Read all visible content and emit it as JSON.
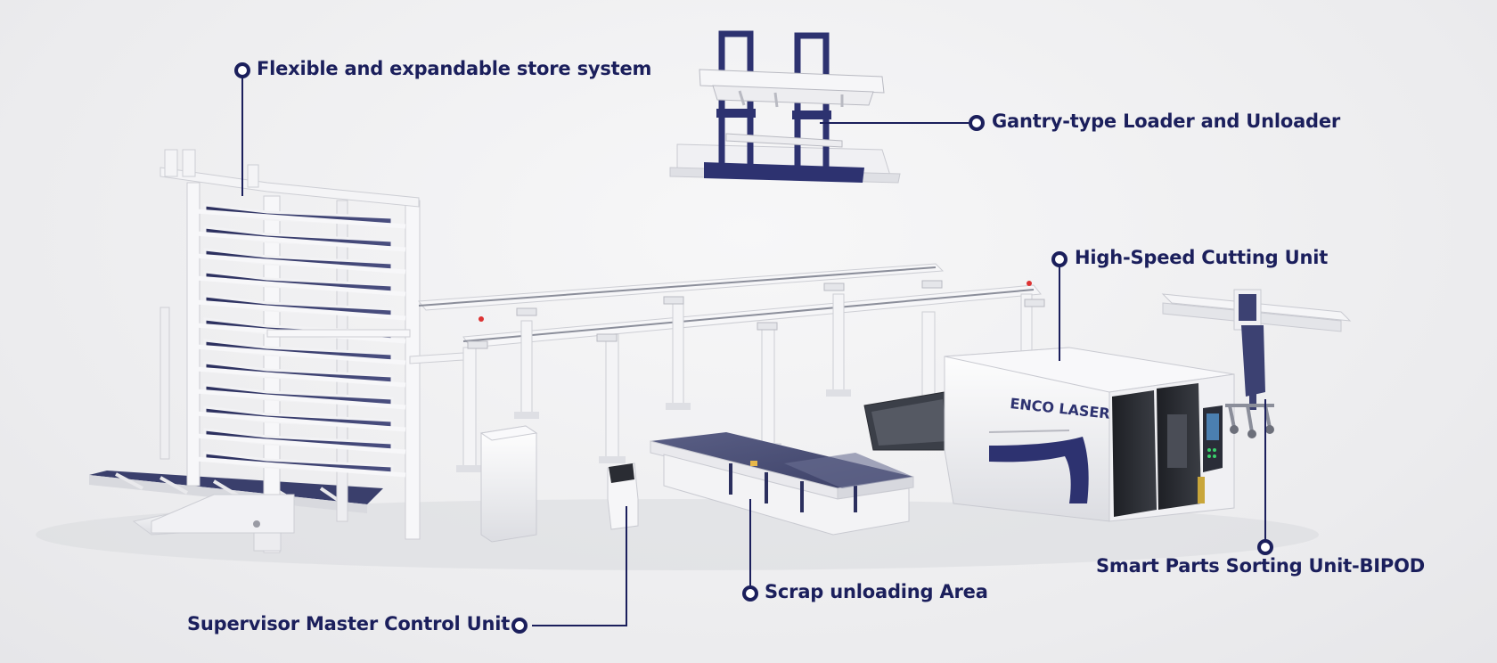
{
  "callouts": [
    {
      "id": "store",
      "text": "Flexible and expandable store system"
    },
    {
      "id": "gantry",
      "text": "Gantry-type Loader and Unloader"
    },
    {
      "id": "cutting",
      "text": "High-Speed Cutting Unit"
    },
    {
      "id": "sorting",
      "text": "Smart Parts Sorting Unit-BIPOD"
    },
    {
      "id": "scrap",
      "text": "Scrap unloading Area"
    },
    {
      "id": "supervisor",
      "text": "Supervisor Master Control Unit"
    }
  ],
  "brand": {
    "text": "ENCO LASER"
  },
  "colors": {
    "accent": "#1b1f5c",
    "frame": "#f4f4f6",
    "steel": "#3c4172"
  }
}
